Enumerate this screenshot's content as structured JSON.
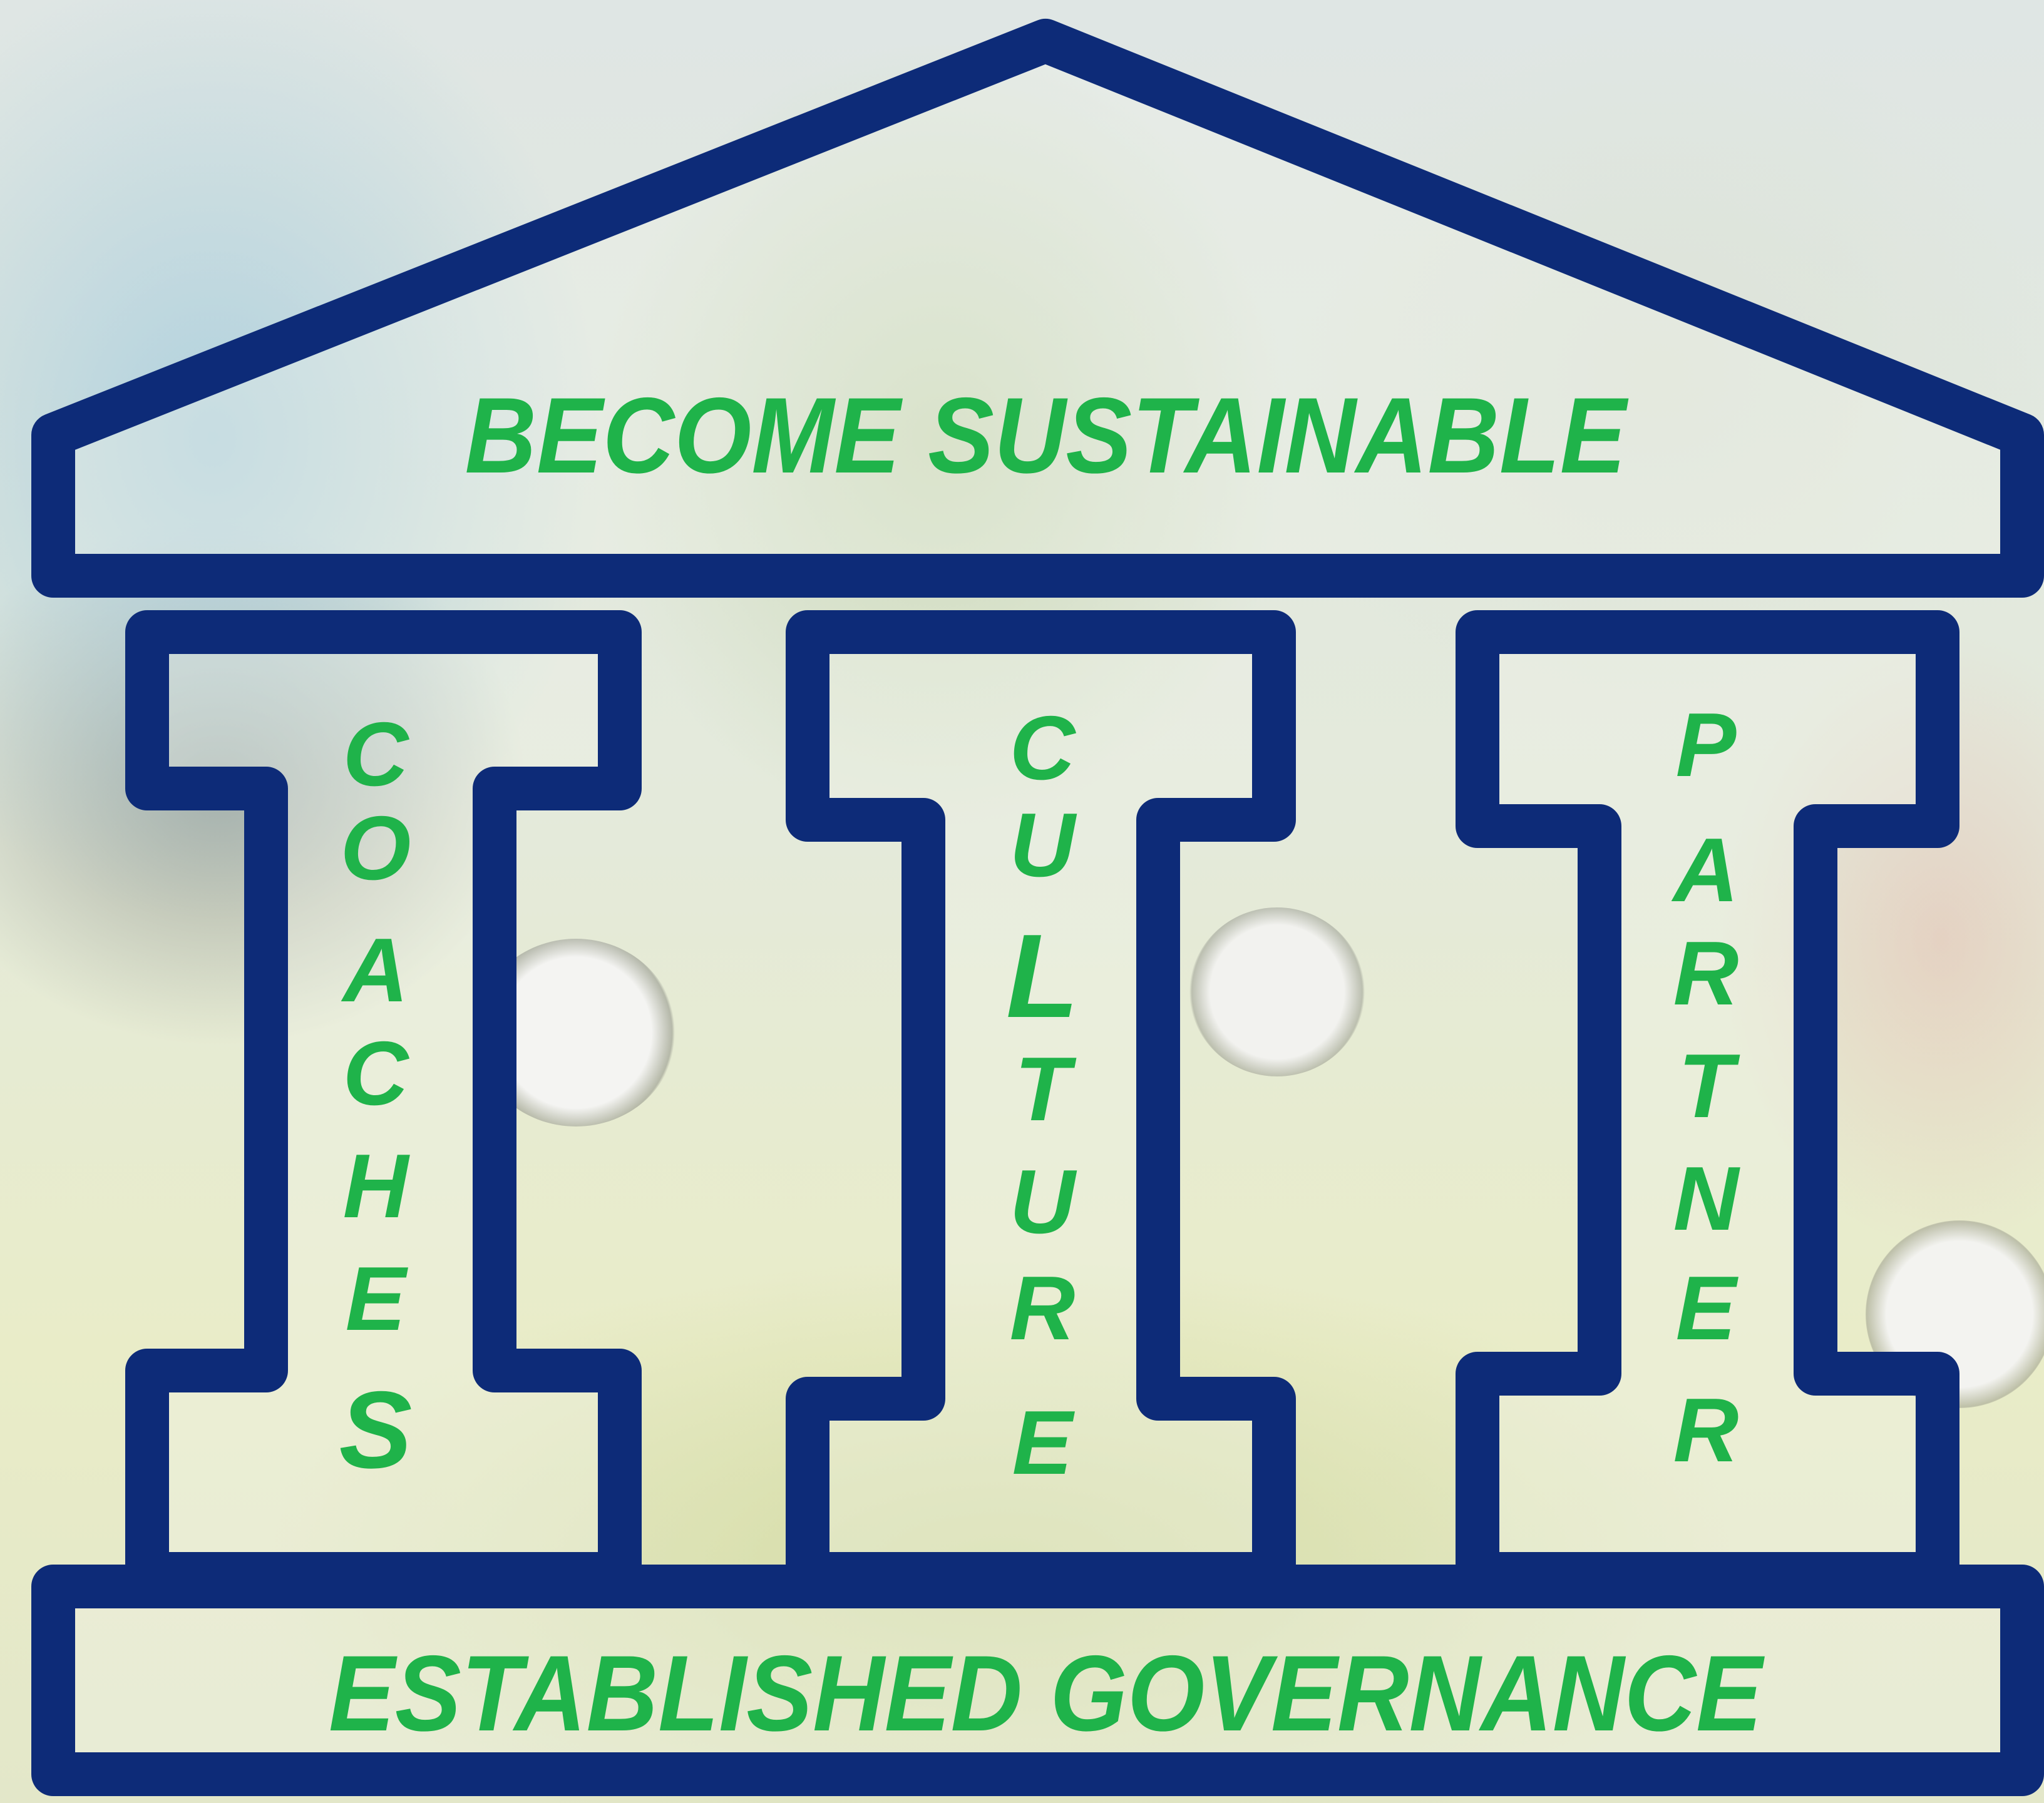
{
  "roof": {
    "label": "BECOME SUSTAINABLE"
  },
  "pillars": [
    {
      "word": "COACHES",
      "letters": [
        "C",
        "O",
        "A",
        "C",
        "H",
        "E",
        "S"
      ]
    },
    {
      "word": "CULTURE",
      "letters": [
        "C",
        "U",
        "L",
        "T",
        "U",
        "R",
        "E"
      ]
    },
    {
      "word": "PARTNER",
      "letters": [
        "P",
        "A",
        "R",
        "T",
        "N",
        "E",
        "R"
      ]
    }
  ],
  "base": {
    "label": "ESTABLISHED GOVERNANCE"
  },
  "colors": {
    "outline": "#0d2b78",
    "text": "#1fb34a"
  }
}
